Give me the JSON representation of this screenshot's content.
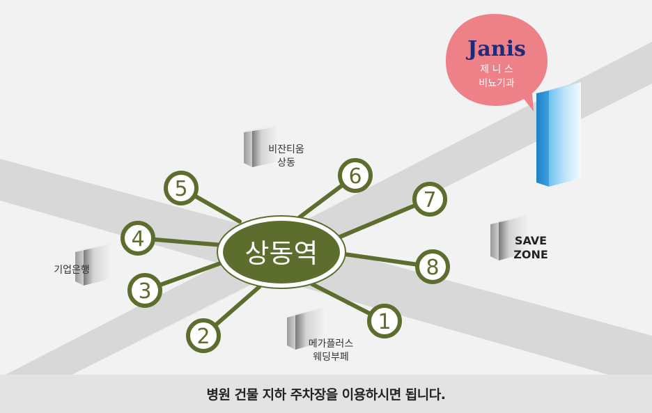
{
  "map": {
    "station": "상동역",
    "exits": [
      "1",
      "2",
      "3",
      "4",
      "5",
      "6",
      "7",
      "8"
    ],
    "colors": {
      "background": "#f2f2f2",
      "road": "#d8d8d8",
      "station_fill": "#5c6d2e",
      "exit_stroke": "#5c6d2e",
      "badge_fill": "#ee8088",
      "badge_title": "#1f2a78",
      "tower": "#4aa9e2"
    }
  },
  "landmarks": {
    "bizantium": {
      "line1": "비잔티움",
      "line2": "상동"
    },
    "ibk_bank": {
      "line1": "기업은행"
    },
    "mega_plus": {
      "line1": "메가플러스",
      "line2": "웨딩부페"
    },
    "save_zone": {
      "line1": "SAVE",
      "line2": "ZONE"
    }
  },
  "badge": {
    "title": "Janis",
    "line1": "제 니 스",
    "line2": "비뇨기과"
  },
  "footer": {
    "notice": "병원 건물 지하 주차장을 이용하시면 됩니다."
  }
}
